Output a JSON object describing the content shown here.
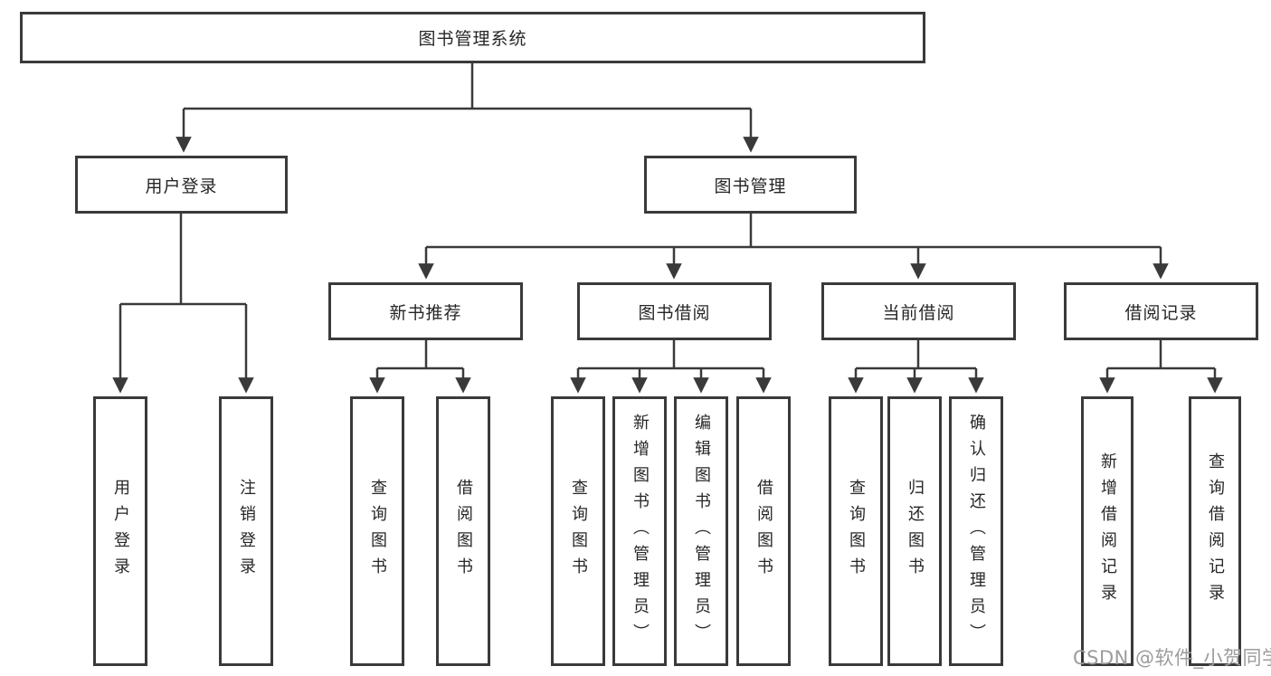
{
  "watermark": "CSDN @软件_小贺同学",
  "colors": {
    "line": "#3a3a3a",
    "border": "#3a3a3a",
    "fill": "#ffffff",
    "text": "#262626",
    "watermark": "#9c9c9c",
    "background": "#ffffff"
  },
  "tree": {
    "label": "图书管理系统",
    "children": [
      {
        "label": "用户登录",
        "children": [
          {
            "label": "用户登录"
          },
          {
            "label": "注销登录"
          }
        ]
      },
      {
        "label": "图书管理",
        "children": [
          {
            "label": "新书推荐",
            "children": [
              {
                "label": "查询图书"
              },
              {
                "label": "借阅图书"
              }
            ]
          },
          {
            "label": "图书借阅",
            "children": [
              {
                "label": "查询图书"
              },
              {
                "label": "新增图书（管理员）"
              },
              {
                "label": "编辑图书（管理员）"
              },
              {
                "label": "借阅图书"
              }
            ]
          },
          {
            "label": "当前借阅",
            "children": [
              {
                "label": "查询图书"
              },
              {
                "label": "归还图书"
              },
              {
                "label": "确认归还（管理员）"
              }
            ]
          },
          {
            "label": "借阅记录",
            "children": [
              {
                "label": "新增借阅记录"
              },
              {
                "label": "查询借阅记录"
              }
            ]
          }
        ]
      }
    ]
  }
}
